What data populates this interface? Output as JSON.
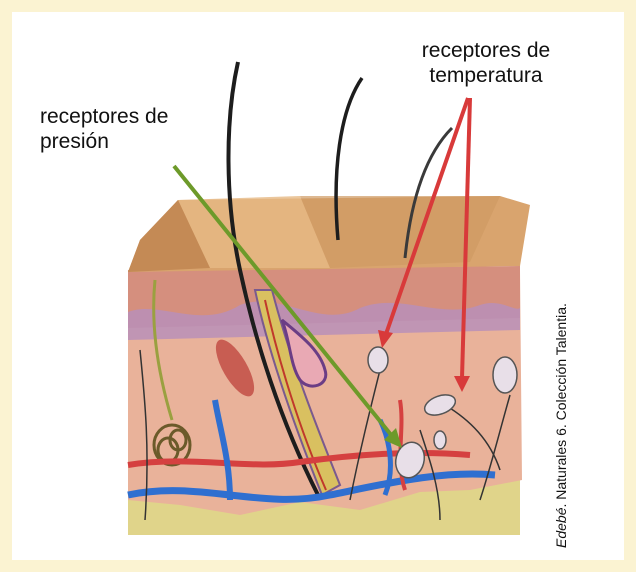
{
  "labels": {
    "pressure_line1": "receptores de",
    "pressure_line2": "presión",
    "temperature_line1": "receptores de",
    "temperature_line2": "temperatura"
  },
  "credit": {
    "publisher": "Edebé",
    "rest": ". Naturales 6. Colección Talentia."
  },
  "colors": {
    "background": "#fbf3d2",
    "pressure_arrow": "#6d9a2a",
    "temperature_arrow": "#d83a3a"
  }
}
